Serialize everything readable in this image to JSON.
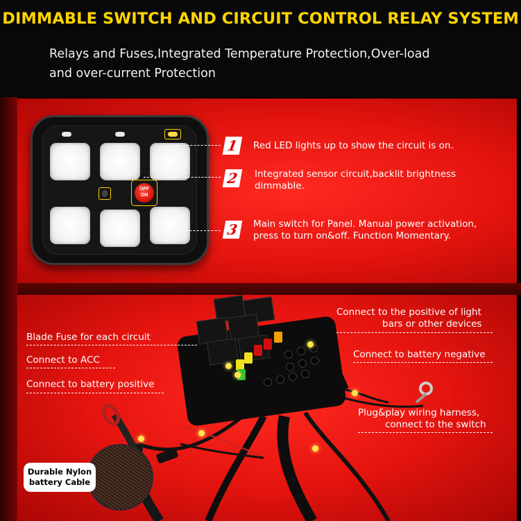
{
  "header": {
    "title": "DIMMABLE SWITCH AND CIRCUIT CONTROL RELAY SYSTEM",
    "subtitle_line1": "Relays and Fuses,Integrated Temperature Protection,Over-load",
    "subtitle_line2": "and over-current Protection"
  },
  "colors": {
    "title": "#ffd400",
    "accent_red": "#e3130e",
    "highlight": "#ffd400"
  },
  "switch_panel": {
    "switch_text": {
      "top": "OFF",
      "bottom": "ON"
    }
  },
  "features": [
    {
      "number": "1",
      "line1": "Red LED lights up to show the circuit is on.",
      "line2": ""
    },
    {
      "number": "2",
      "line1": "Integrated sensor circuit,backlit brightness",
      "line2": "dimmable."
    },
    {
      "number": "3",
      "line1": "Main switch for Panel. Manual power activation,",
      "line2": "press to turn on&off. Function Momentary."
    }
  ],
  "relay_labels": {
    "blade_fuse": "Blade Fuse for each circuit",
    "acc": "Connect to ACC",
    "battery_positive": "Connect to battery positive",
    "positive_light_line1": "Connect to the positive of light",
    "positive_light_line2": "bars or other devices",
    "battery_negative": "Connect to battery negative",
    "harness_line1": "Plug&play wiring harness,",
    "harness_line2": "connect to the switch",
    "nylon_line1": "Durable Nylon",
    "nylon_line2": "battery Cable"
  }
}
